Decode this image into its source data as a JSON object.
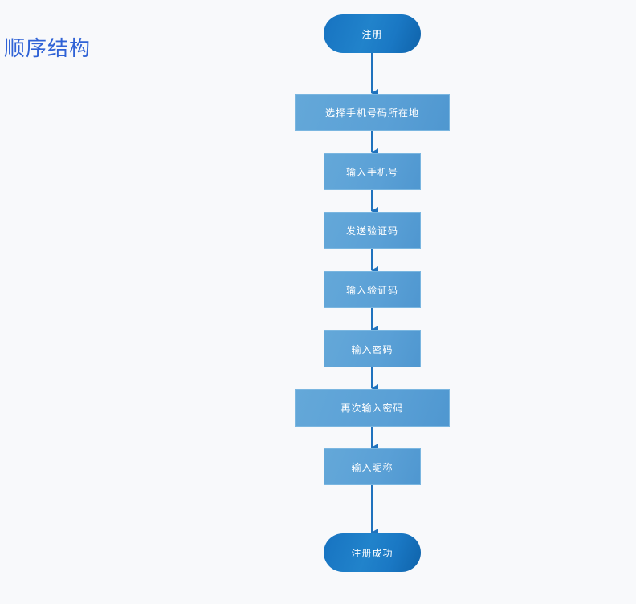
{
  "title": "顺序结构",
  "flowchart": {
    "nodes": [
      {
        "label": "注册",
        "type": "terminal"
      },
      {
        "label": "选择手机号码所在地",
        "type": "process"
      },
      {
        "label": "输入手机号",
        "type": "process"
      },
      {
        "label": "发送验证码",
        "type": "process"
      },
      {
        "label": "输入验证码",
        "type": "process"
      },
      {
        "label": "输入密码",
        "type": "process"
      },
      {
        "label": "再次输入密码",
        "type": "process"
      },
      {
        "label": "输入昵称",
        "type": "process"
      },
      {
        "label": "注册成功",
        "type": "terminal"
      }
    ],
    "colors": {
      "terminal": "#1a78c4",
      "process": "#5aa0d6",
      "arrow": "#1f72bd",
      "title": "#2f62d6"
    }
  }
}
